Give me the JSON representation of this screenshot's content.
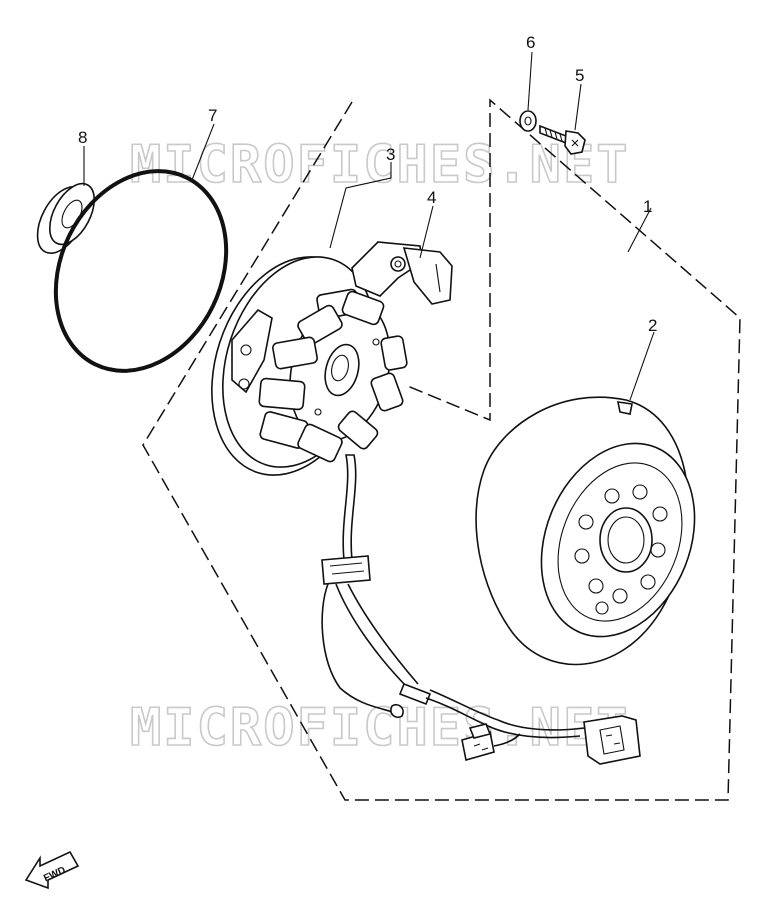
{
  "watermark": {
    "top": "MICROFICHES.NET",
    "bottom": "MICROFICHES.NET"
  },
  "callouts": [
    {
      "id": "1",
      "label": "1"
    },
    {
      "id": "2",
      "label": "2"
    },
    {
      "id": "3",
      "label": "3"
    },
    {
      "id": "4",
      "label": "4"
    },
    {
      "id": "5",
      "label": "5"
    },
    {
      "id": "6",
      "label": "6"
    },
    {
      "id": "7",
      "label": "7"
    },
    {
      "id": "8",
      "label": "8"
    }
  ],
  "fwd_arrow": {
    "label": "FWD"
  },
  "parts": [
    {
      "callout": "1",
      "icon": "generator-assembly-outline-icon"
    },
    {
      "callout": "2",
      "icon": "rotor-flywheel-icon"
    },
    {
      "callout": "3",
      "icon": "stator-assembly-icon"
    },
    {
      "callout": "4",
      "icon": "pickup-coil-icon"
    },
    {
      "callout": "5",
      "icon": "bolt-icon"
    },
    {
      "callout": "6",
      "icon": "washer-icon"
    },
    {
      "callout": "7",
      "icon": "o-ring-icon"
    },
    {
      "callout": "8",
      "icon": "oil-seal-icon"
    }
  ]
}
